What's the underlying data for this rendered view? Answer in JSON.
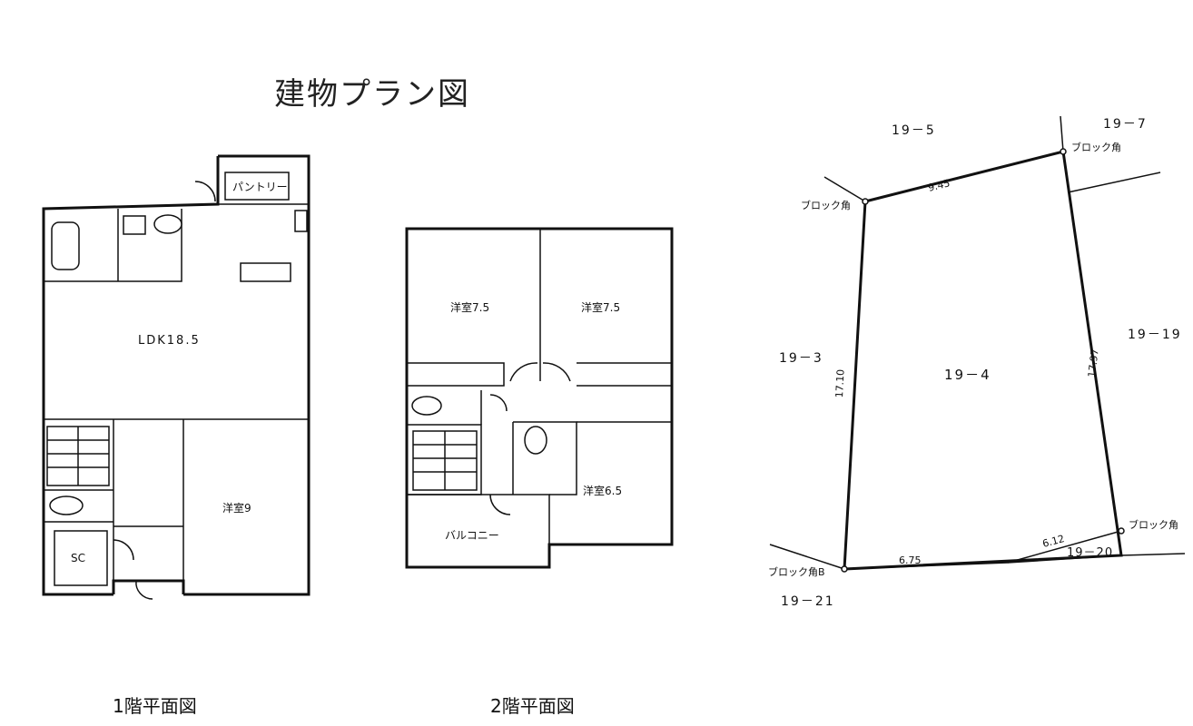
{
  "title": "建物プラン図",
  "floor1": {
    "caption": "1階平面図",
    "pantry": "パントリー",
    "ldk": "LDK18.5",
    "western": "洋室9",
    "sc": "SC"
  },
  "floor2": {
    "caption": "2階平面図",
    "room_a": "洋室7.5",
    "room_b": "洋室7.5",
    "room_c": "洋室6.5",
    "balcony": "バルコニー"
  },
  "site": {
    "lot_main": "19－4",
    "n_north": "19－5",
    "n_northeast": "19－7",
    "n_west": "19－3",
    "n_east": "19－19",
    "n_south": "19－21",
    "n_southeast": "19－20",
    "corner_label": "ブロック角",
    "corner_label_b": "ブロック角B",
    "len_top": "9.45",
    "len_left": "17.10",
    "len_right": "17.97",
    "len_bottom": "6.75",
    "len_bottom_right": "6.12"
  }
}
